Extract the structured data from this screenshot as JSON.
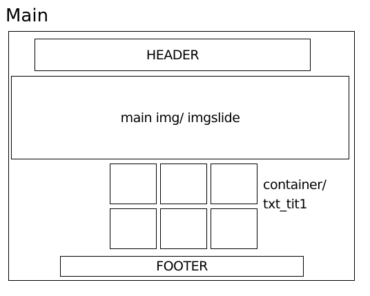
{
  "title": "Main",
  "header": {
    "label": "HEADER"
  },
  "main_visual": {
    "label": "main img/ imgslide"
  },
  "container": {
    "label_line1": "container/",
    "label_line2": "txt_tit1",
    "cells": [
      "",
      "",
      "",
      "",
      "",
      ""
    ]
  },
  "footer": {
    "label": "FOOTER"
  }
}
